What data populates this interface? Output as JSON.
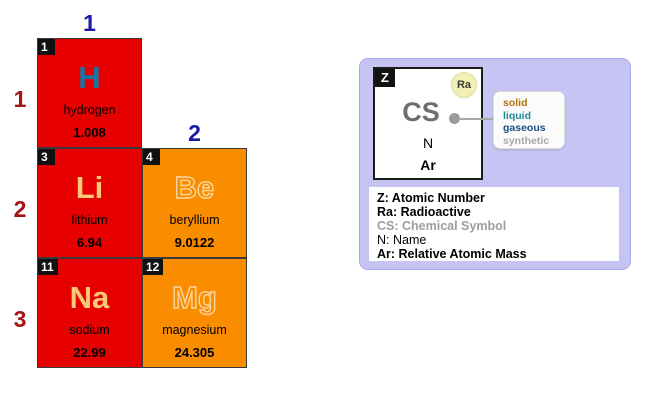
{
  "periodic_table": {
    "group_labels": [
      {
        "id": "group-1",
        "text": "1"
      },
      {
        "id": "group-2",
        "text": "2"
      }
    ],
    "period_labels": [
      {
        "id": "period-1",
        "text": "1"
      },
      {
        "id": "period-2",
        "text": "2"
      },
      {
        "id": "period-3",
        "text": "3"
      }
    ],
    "elements": [
      {
        "atomic_number": "1",
        "symbol": "H",
        "name": "hydrogen",
        "mass": "1.008",
        "category_color": "#e60000",
        "state": "gaseous",
        "state_color": "#1577a8",
        "synthetic": false
      },
      {
        "atomic_number": "3",
        "symbol": "Li",
        "name": "lithium",
        "mass": "6.94",
        "category_color": "#e60000",
        "state": "solid",
        "state_color": "#fbc877",
        "synthetic": false
      },
      {
        "atomic_number": "4",
        "symbol": "Be",
        "name": "beryllium",
        "mass": "9.0122",
        "category_color": "#fa8c00",
        "state": "solid",
        "state_color": "#fbd6a0",
        "synthetic": false
      },
      {
        "atomic_number": "11",
        "symbol": "Na",
        "name": "sodium",
        "mass": "22.99",
        "category_color": "#e60000",
        "state": "solid",
        "state_color": "#fbc877",
        "synthetic": false
      },
      {
        "atomic_number": "12",
        "symbol": "Mg",
        "name": "magnesium",
        "mass": "24.305",
        "category_color": "#fa8c00",
        "state": "solid",
        "state_color": "#fbd6a0",
        "synthetic": false
      }
    ]
  },
  "legend": {
    "sample_cell": {
      "atomic_number_abbr": "Z",
      "radioactive_abbr": "Ra",
      "chemical_symbol_abbr": "CS",
      "name_abbr": "N",
      "relative_atomic_mass_abbr": "Ar"
    },
    "state_box": {
      "items": [
        {
          "label": "solid",
          "color": "#b07010"
        },
        {
          "label": "liquid",
          "color": "#1d8a96"
        },
        {
          "label": "gaseous",
          "color": "#1b4f83"
        },
        {
          "label": "synthetic",
          "color": "#a8a8a8"
        }
      ]
    },
    "key_rows": [
      {
        "text": "Z: Atomic Number",
        "style": "bold"
      },
      {
        "text": "Ra: Radioactive",
        "style": "bold"
      },
      {
        "text": "CS: Chemical Symbol",
        "style": "muted"
      },
      {
        "text": "N: Name",
        "style": "plain"
      },
      {
        "text": "Ar: Relative Atomic Mass",
        "style": "bold"
      }
    ]
  },
  "colors": {
    "panel_background": "#c5c4f2",
    "panel_border": "#a9a8e6",
    "group_label": "#1a1aa8",
    "period_label": "#a31515",
    "alkali_metal": "#e60000",
    "alkaline_earth_metal": "#fa8c00",
    "atomic_number_badge": "#111111",
    "radioactive_badge": "#f2f0b4"
  }
}
